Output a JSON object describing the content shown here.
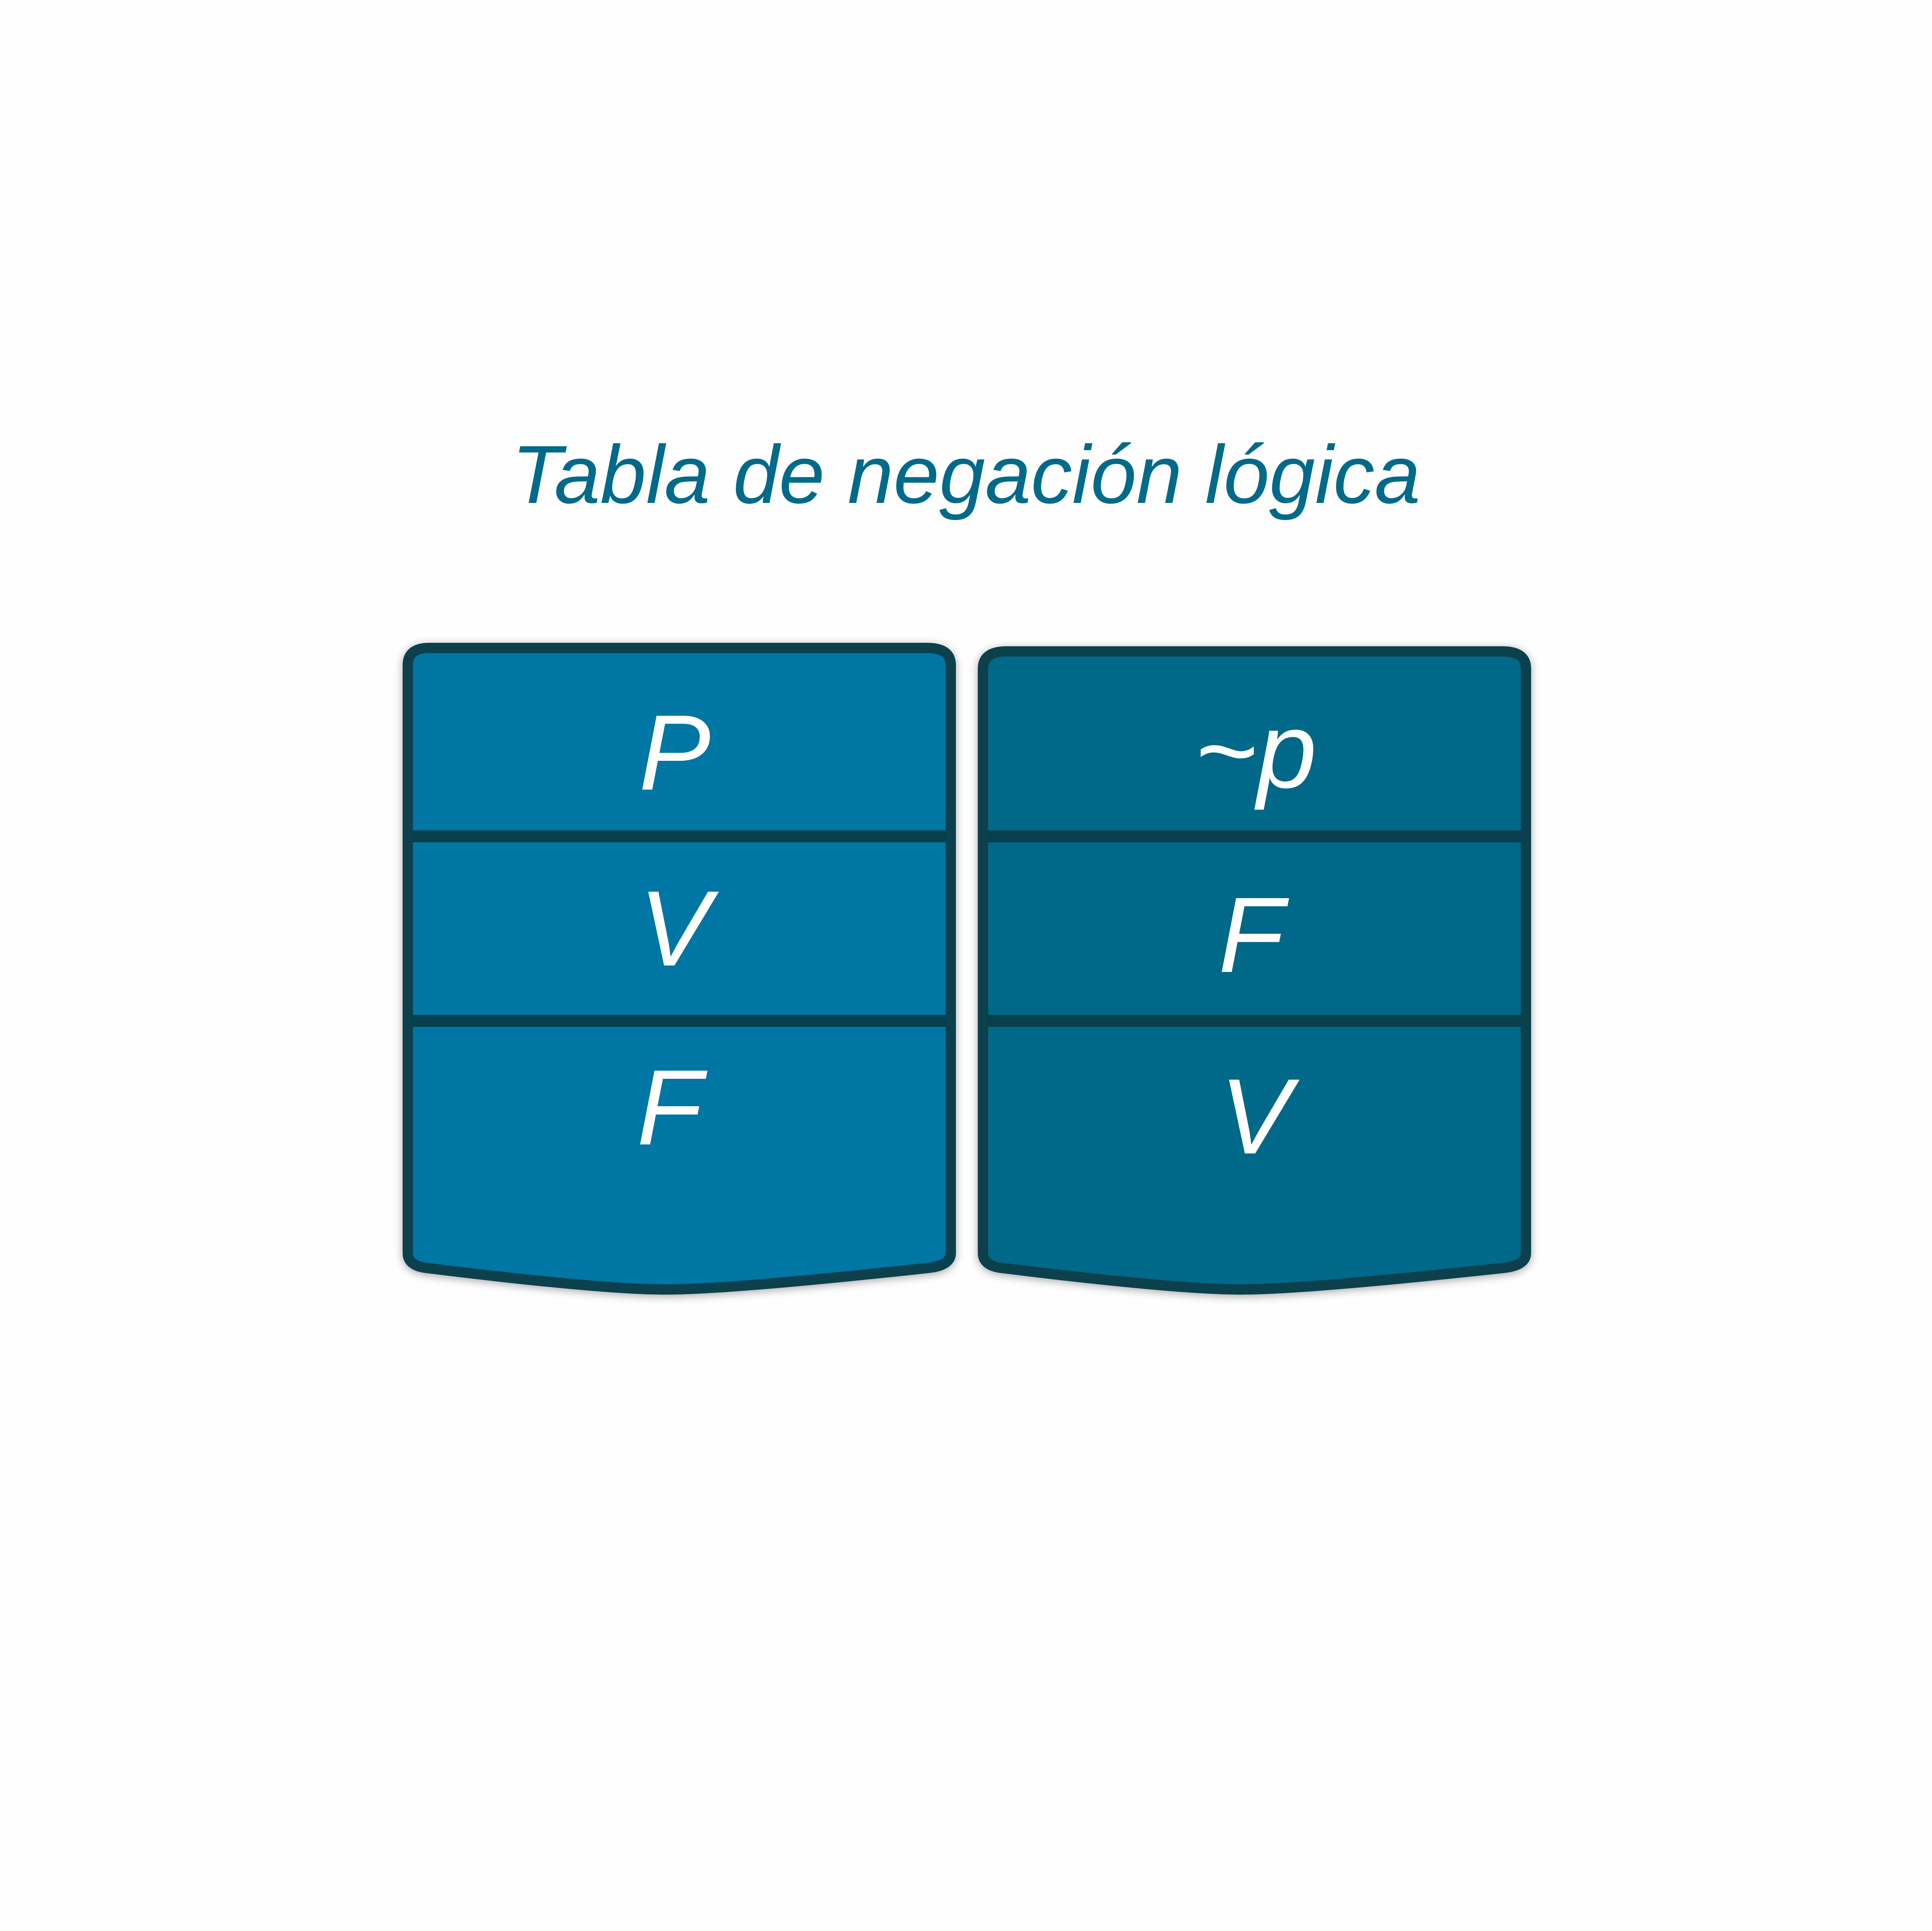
{
  "title": "Tabla de negación lógica",
  "columns": [
    {
      "header": "P",
      "rows": [
        "V",
        "F"
      ],
      "fill_color": "#0076a5"
    },
    {
      "header": "~p",
      "rows": [
        "F",
        "V"
      ],
      "fill_color": "#006888"
    }
  ],
  "colors": {
    "title": "#006a8a",
    "border": "#073f4d",
    "text": "#ffffff",
    "background": "#fefefe"
  }
}
